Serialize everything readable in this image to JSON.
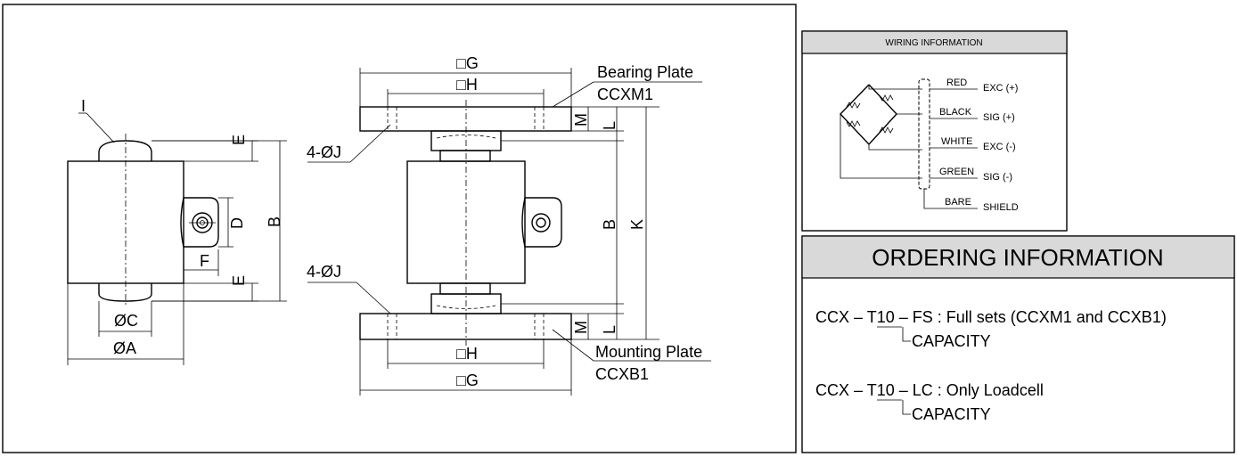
{
  "drawing": {
    "side_view": {
      "dim_I": "I",
      "dim_E_top": "E",
      "dim_E_bottom": "E",
      "dim_B": "B",
      "dim_D": "D",
      "dim_F": "F",
      "dim_C": "ØC",
      "dim_A": "ØA"
    },
    "front_view": {
      "dim_G_top": "□G",
      "dim_H_top": "□H",
      "bearing_plate_label": "Bearing Plate",
      "bearing_plate_code": "CCXM1",
      "hole_label_top": "4-ØJ",
      "dim_M_top": "M",
      "dim_L_top": "L",
      "dim_B": "B",
      "dim_K": "K",
      "hole_label_bottom": "4-ØJ",
      "dim_M_bottom": "M",
      "dim_L_bottom": "L",
      "dim_H_bottom": "□H",
      "dim_G_bottom": "□G",
      "mounting_plate_label": "Mounting Plate",
      "mounting_plate_code": "CCXB1"
    }
  },
  "wiring": {
    "title": "WIRING INFORMATION",
    "wires": [
      {
        "color": "RED",
        "signal": "EXC (+)"
      },
      {
        "color": "BLACK",
        "signal": "SIG (+)"
      },
      {
        "color": "WHITE",
        "signal": "EXC (-)"
      },
      {
        "color": "GREEN",
        "signal": "SIG (-)"
      },
      {
        "color": "BARE",
        "signal": "SHIELD"
      }
    ]
  },
  "ordering": {
    "title": "ORDERING INFORMATION",
    "lines": [
      {
        "prefix": "CCX – ",
        "capacity_code": "T10",
        "suffix": " – FS : Full sets (CCXM1 and  CCXB1)",
        "capacity_label": "CAPACITY"
      },
      {
        "prefix": "CCX – ",
        "capacity_code": "T10",
        "suffix": " – LC : Only Loadcell",
        "capacity_label": "CAPACITY"
      }
    ]
  }
}
